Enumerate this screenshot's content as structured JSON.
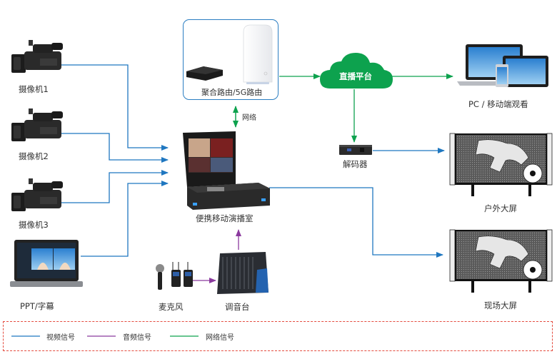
{
  "diagram": {
    "sources": [
      {
        "id": "camera1",
        "label": "摄像机1",
        "icon": "camera-icon"
      },
      {
        "id": "camera2",
        "label": "摄像机2",
        "icon": "camera-icon"
      },
      {
        "id": "camera3",
        "label": "摄像机3",
        "icon": "camera-icon"
      },
      {
        "id": "ppt",
        "label": "PPT/字幕",
        "icon": "laptop-icon"
      }
    ],
    "router": {
      "label": "聚合路由/5G路由",
      "icon": "router-icon"
    },
    "network_link_label": "网络",
    "switcher": {
      "label": "便携移动演播室",
      "icon": "portable-studio-icon"
    },
    "microphone": {
      "label": "麦克风",
      "icon": "microphone-icon"
    },
    "mixer": {
      "label": "调音台",
      "icon": "audio-mixer-icon"
    },
    "cloud": {
      "label": "直播平台",
      "icon": "cloud-icon"
    },
    "viewers": {
      "label": "PC / 移动端观看",
      "icon": "devices-icon"
    },
    "decoder": {
      "label": "解码器",
      "icon": "decoder-icon"
    },
    "outdoor_screen": {
      "label": "户外大屏",
      "icon": "led-screen-icon"
    },
    "venue_screen": {
      "label": "现场大屏",
      "icon": "led-screen-icon"
    }
  },
  "legend": [
    {
      "label": "视频信号",
      "color": "#1f77c0"
    },
    {
      "label": "音频信号",
      "color": "#8b3a9e"
    },
    {
      "label": "网络信号",
      "color": "#0da24e"
    }
  ],
  "colors": {
    "video": "#1f77c0",
    "audio": "#8b3a9e",
    "network": "#0da24e",
    "legend_border": "#e44b3e",
    "router_border": "#2b7ec2"
  }
}
